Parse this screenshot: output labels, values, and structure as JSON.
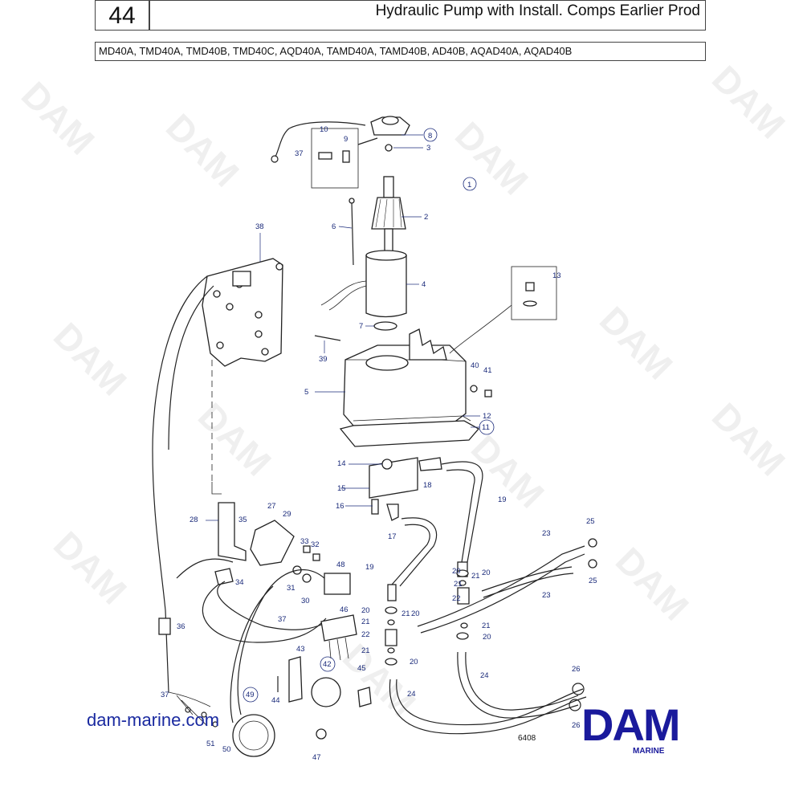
{
  "header": {
    "page_number": "44",
    "title": "Hydraulic Pump with Install. Comps Earlier Prod",
    "models": "MD40A, TMD40A, TMD40B, TMD40C, AQD40A, TAMD40A, TAMD40B, AD40B, AQAD40A, AQAD40B"
  },
  "footer": {
    "website": "dam-marine.com",
    "logo_text": "DAM",
    "logo_sub": "MARINE",
    "drawing_number": "6408"
  },
  "watermark": "DAM",
  "callouts": {
    "c1": "1",
    "c2": "2",
    "c3": "3",
    "c4": "4",
    "c5": "5",
    "c6": "6",
    "c7": "7",
    "c8": "8",
    "c9": "9",
    "c10": "10",
    "c11": "11",
    "c12": "12",
    "c13": "13",
    "c14": "14",
    "c15": "15",
    "c16": "16",
    "c17": "17",
    "c18": "18",
    "c19": "19",
    "c20": "20",
    "c21": "21",
    "c22": "22",
    "c23": "23",
    "c24": "24",
    "c25": "25",
    "c26": "26",
    "c27": "27",
    "c28": "28",
    "c29": "29",
    "c30": "30",
    "c31": "31",
    "c32": "32",
    "c33": "33",
    "c34": "34",
    "c35": "35",
    "c36": "36",
    "c37": "37",
    "c38": "38",
    "c39": "39",
    "c40": "40",
    "c41": "41",
    "c42": "42",
    "c43": "43",
    "c44": "44",
    "c45": "45",
    "c46": "46",
    "c47": "47",
    "c48": "48",
    "c49": "49",
    "c50": "50",
    "c51": "51"
  }
}
